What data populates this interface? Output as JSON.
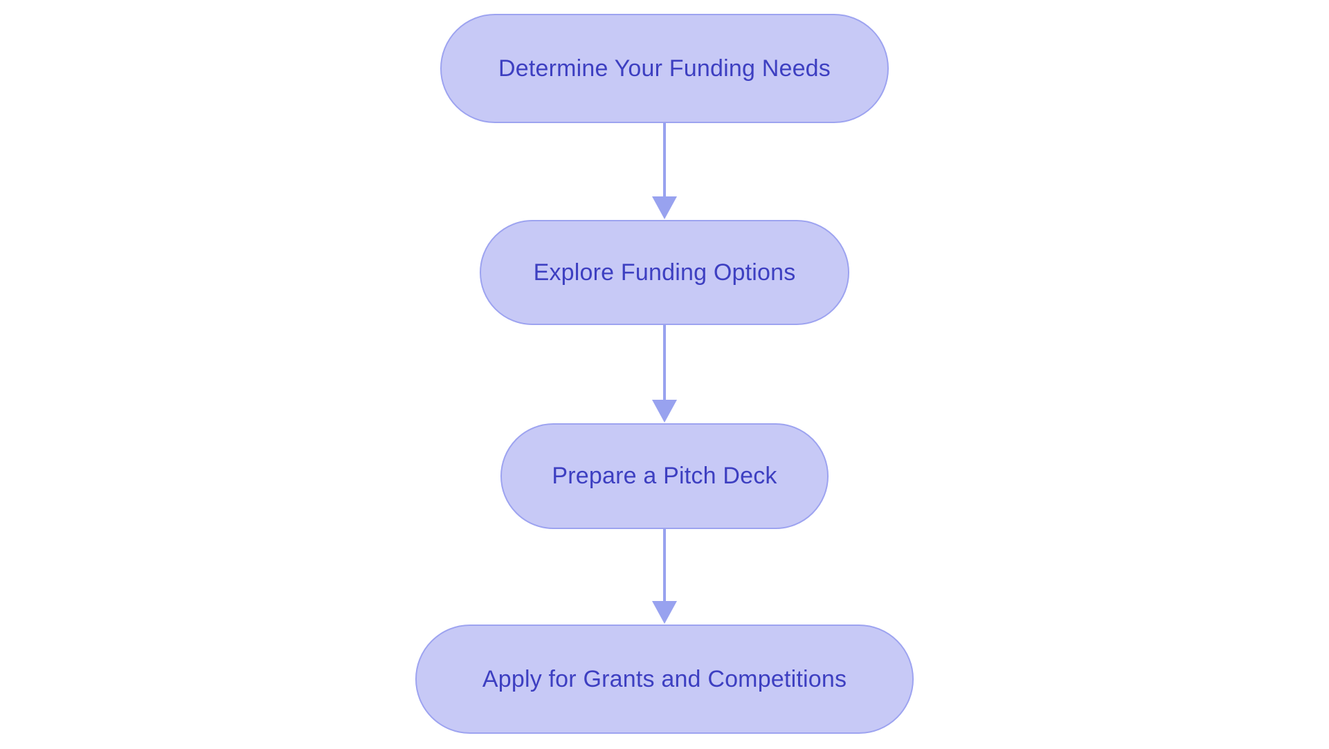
{
  "diagram": {
    "type": "flowchart",
    "direction": "top-down",
    "nodes": [
      {
        "id": "step-1",
        "label": "Determine Your Funding Needs"
      },
      {
        "id": "step-2",
        "label": "Explore Funding Options"
      },
      {
        "id": "step-3",
        "label": "Prepare a Pitch Deck"
      },
      {
        "id": "step-4",
        "label": "Apply for Grants and Competitions"
      }
    ],
    "edges": [
      {
        "from": "step-1",
        "to": "step-2"
      },
      {
        "from": "step-2",
        "to": "step-3"
      },
      {
        "from": "step-3",
        "to": "step-4"
      }
    ]
  },
  "colors": {
    "node_fill": "#c7c9f6",
    "node_border": "#9da3f0",
    "node_text": "#3d3fc1",
    "arrow": "#98a2ef",
    "background": "#ffffff"
  }
}
